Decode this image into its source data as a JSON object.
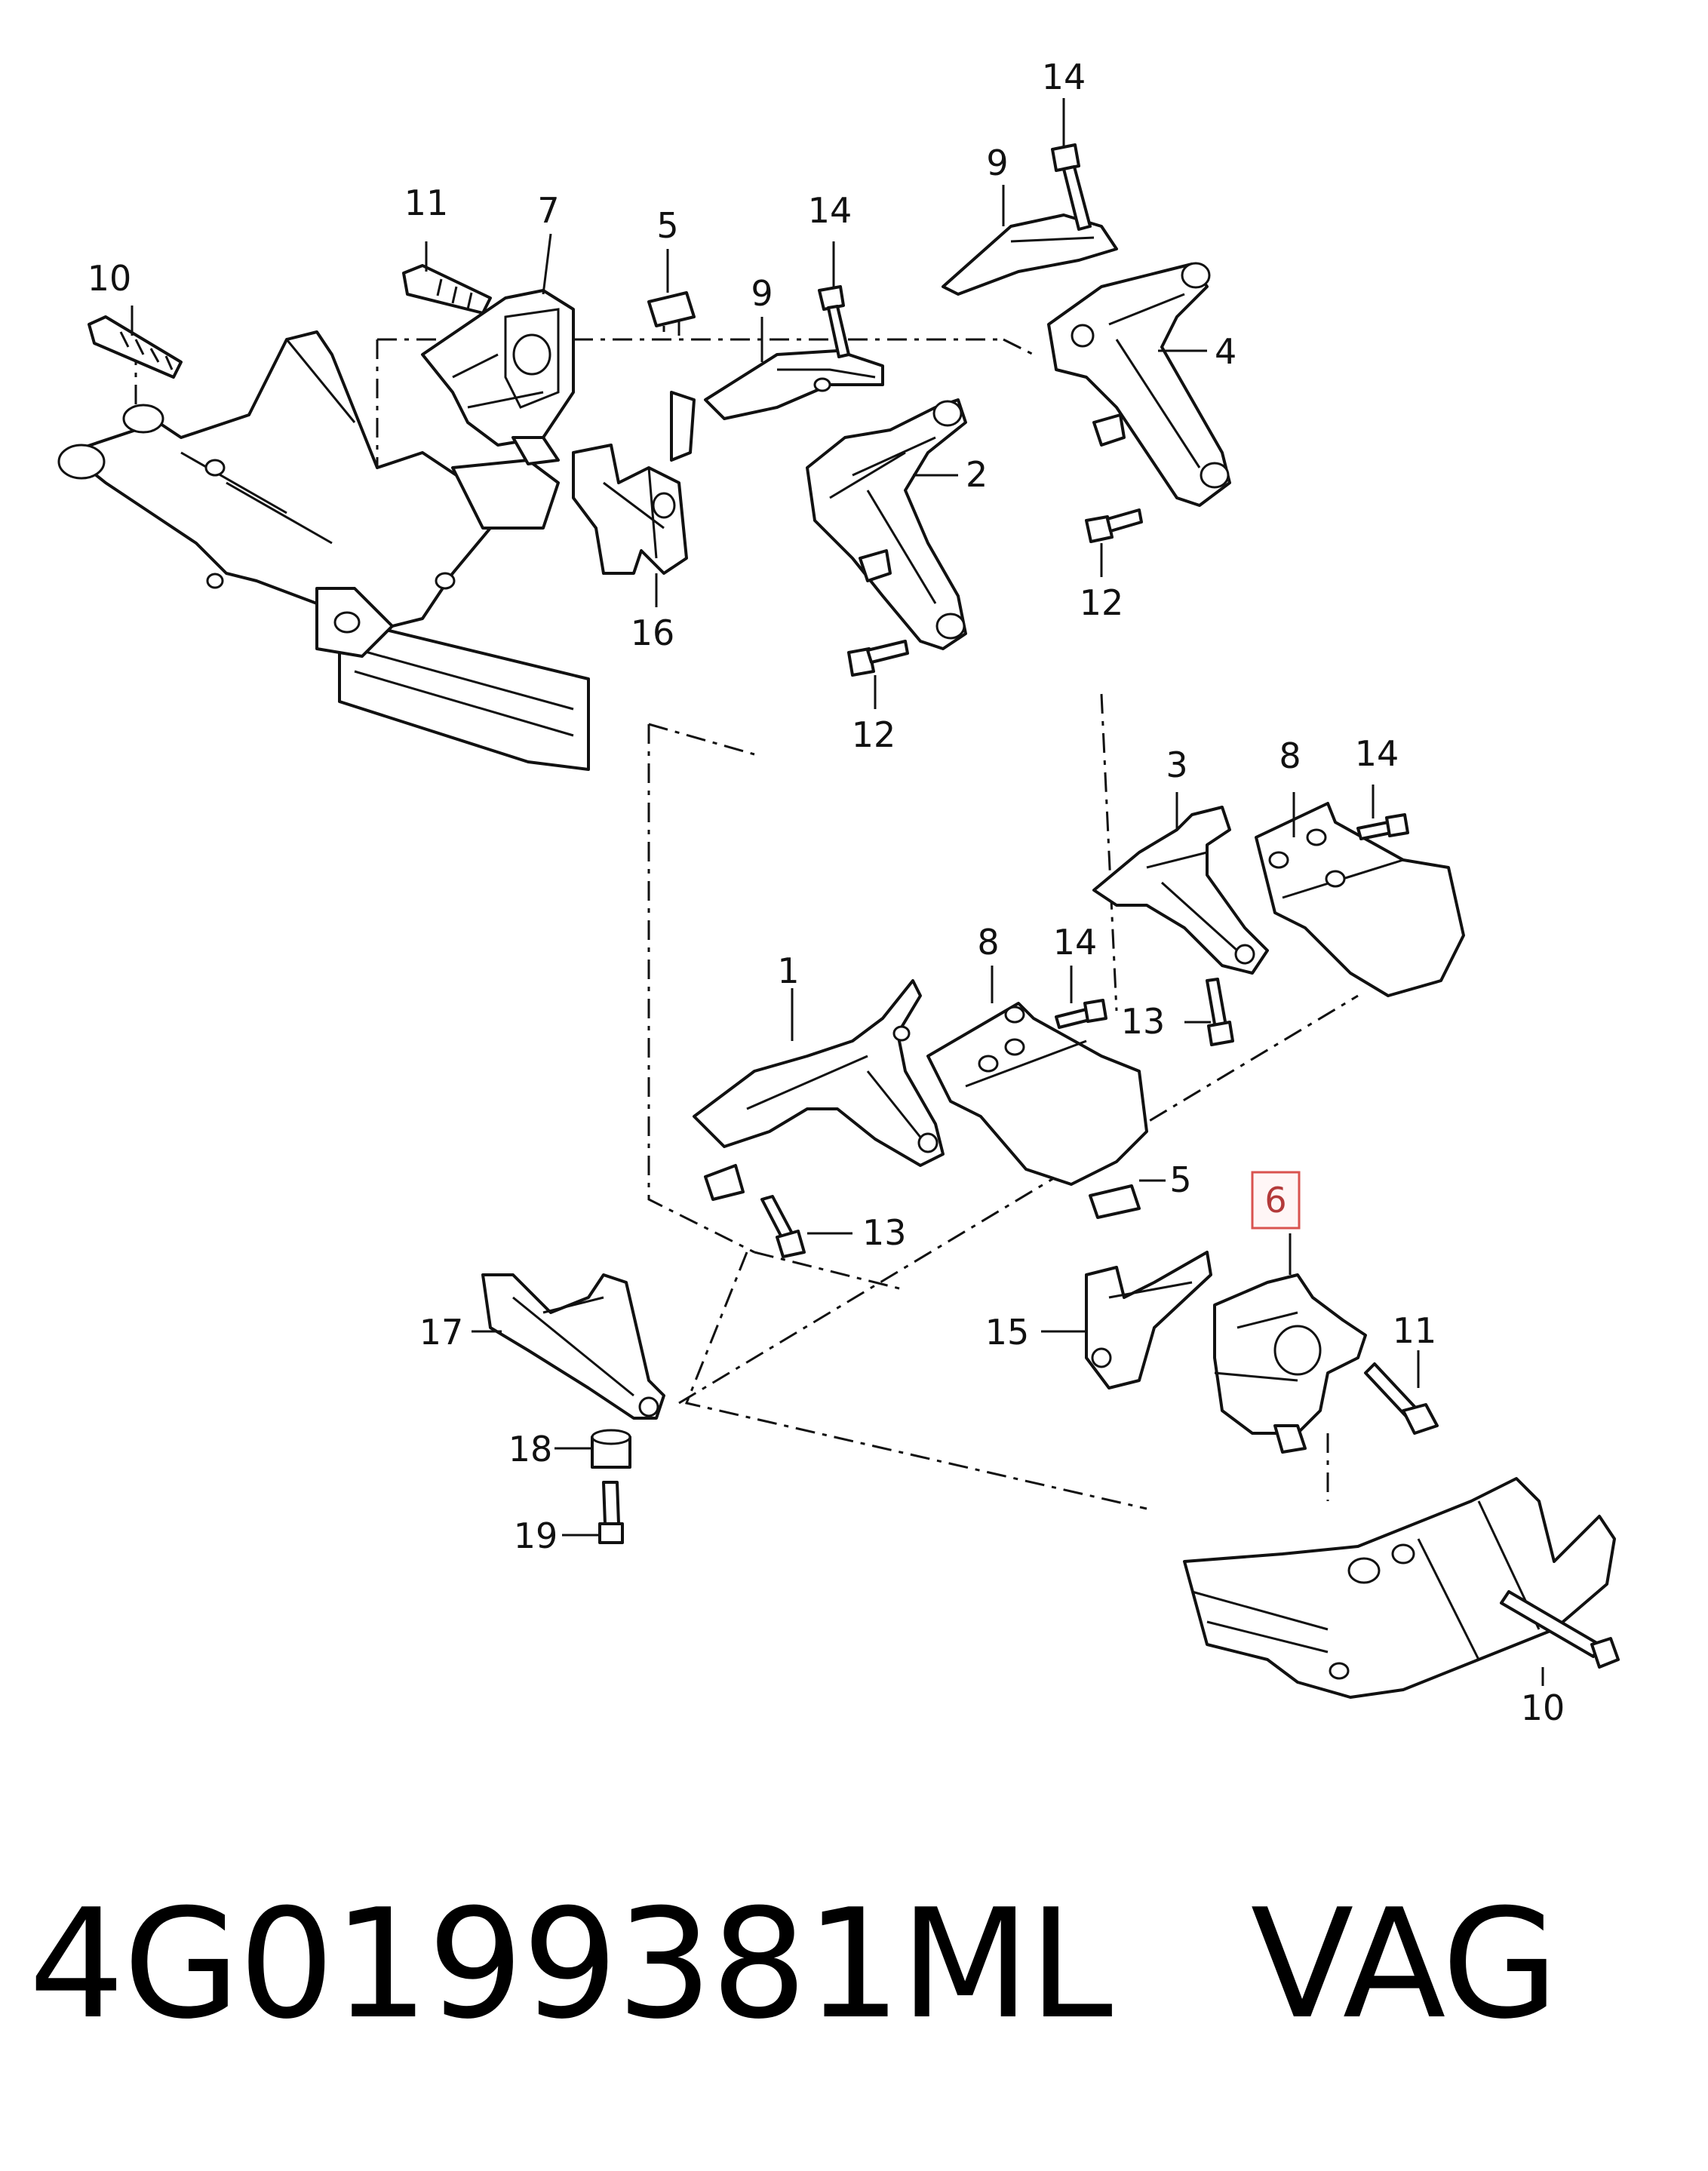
{
  "callouts": {
    "c10a": "10",
    "c11a": "11",
    "c7": "7",
    "c5a": "5",
    "c14a": "14",
    "c9a": "9",
    "c14b": "14",
    "c9b": "9",
    "c4": "4",
    "c2": "2",
    "c16": "16",
    "c12a": "12",
    "c12b": "12",
    "c3": "3",
    "c8a": "8",
    "c14c": "14",
    "c1": "1",
    "c8b": "8",
    "c14d": "14",
    "c13a": "13",
    "c13b": "13",
    "c5b": "5",
    "c6": "6",
    "c11b": "11",
    "c15": "15",
    "c17": "17",
    "c18": "18",
    "c19": "19",
    "c10b": "10"
  },
  "highlighted_callout": "6",
  "caption": {
    "part_number": "4G0199381ML",
    "brand": "VAG"
  },
  "colors": {
    "highlight_border": "#d9534f",
    "ink": "#111111"
  }
}
